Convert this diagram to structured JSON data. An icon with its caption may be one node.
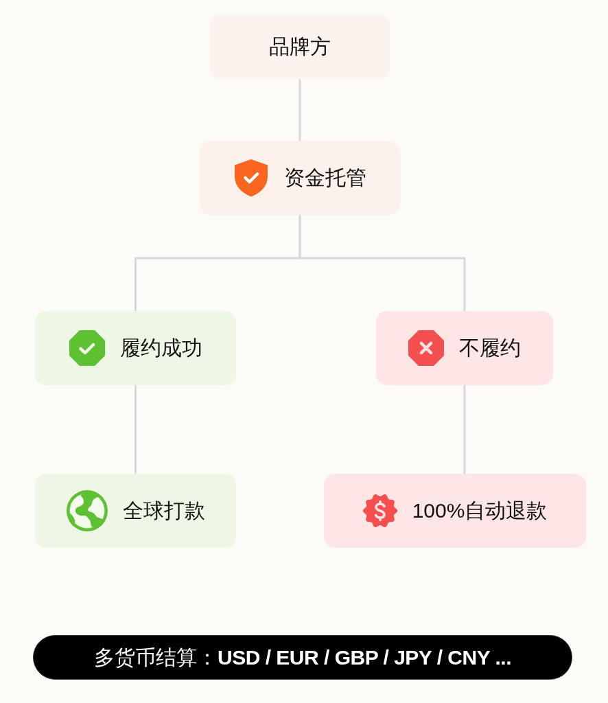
{
  "diagram": {
    "nodes": [
      {
        "text": [
          "品牌方"
        ]
      },
      {
        "text": [
          "资金托管"
        ]
      },
      {
        "text": [
          "履约成功"
        ]
      },
      {
        "text": [
          "不履约"
        ]
      },
      {
        "text": [
          "全球打款"
        ]
      },
      {
        "text": [
          "100%自动退款"
        ]
      },
      {
        "text": [
          "多货币结算：**USD / EUR / GBP / JPY / CNY ...**"
        ]
      }
    ],
    "edges": [
      {
        "from": 0,
        "to": 1,
        "arrow": "none"
      },
      {
        "from": 1,
        "to": 2,
        "arrow": "none"
      },
      {
        "from": 1,
        "to": 3,
        "arrow": "none"
      },
      {
        "from": 2,
        "to": 4,
        "arrow": "none"
      },
      {
        "from": 3,
        "to": 5,
        "arrow": "none"
      }
    ]
  }
}
